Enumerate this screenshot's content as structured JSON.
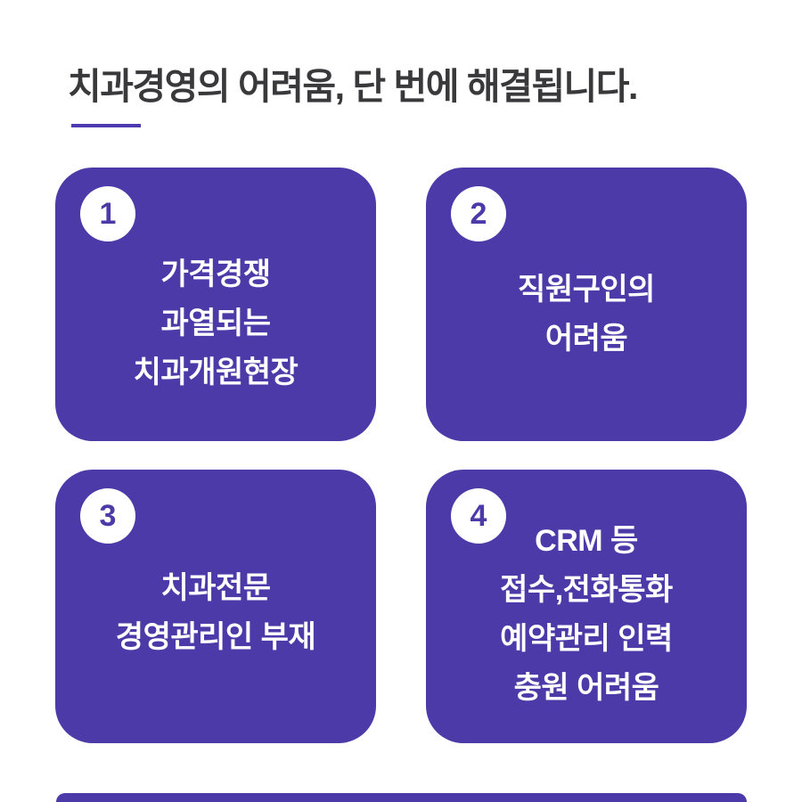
{
  "page": {
    "title": "치과경영의 어려움, 단 번에 해결됩니다.",
    "title_color": "#39383b",
    "underline_color": "#4d3ab0",
    "card_color": "#4b3aa7",
    "card_text_color": "#ffffff",
    "badge_background": "#ffffff",
    "badge_number_color": "#4b3aa7",
    "background_color": "#ffffff"
  },
  "cards": [
    {
      "number": "1",
      "lines": [
        "가격경쟁",
        "과열되는",
        "치과개원현장"
      ]
    },
    {
      "number": "2",
      "lines": [
        "직원구인의",
        "어려움"
      ]
    },
    {
      "number": "3",
      "lines": [
        "치과전문",
        "경영관리인 부재"
      ]
    },
    {
      "number": "4",
      "lines": [
        "CRM 등",
        "접수,전화통화",
        "예약관리 인력",
        "충원 어려움"
      ]
    }
  ]
}
